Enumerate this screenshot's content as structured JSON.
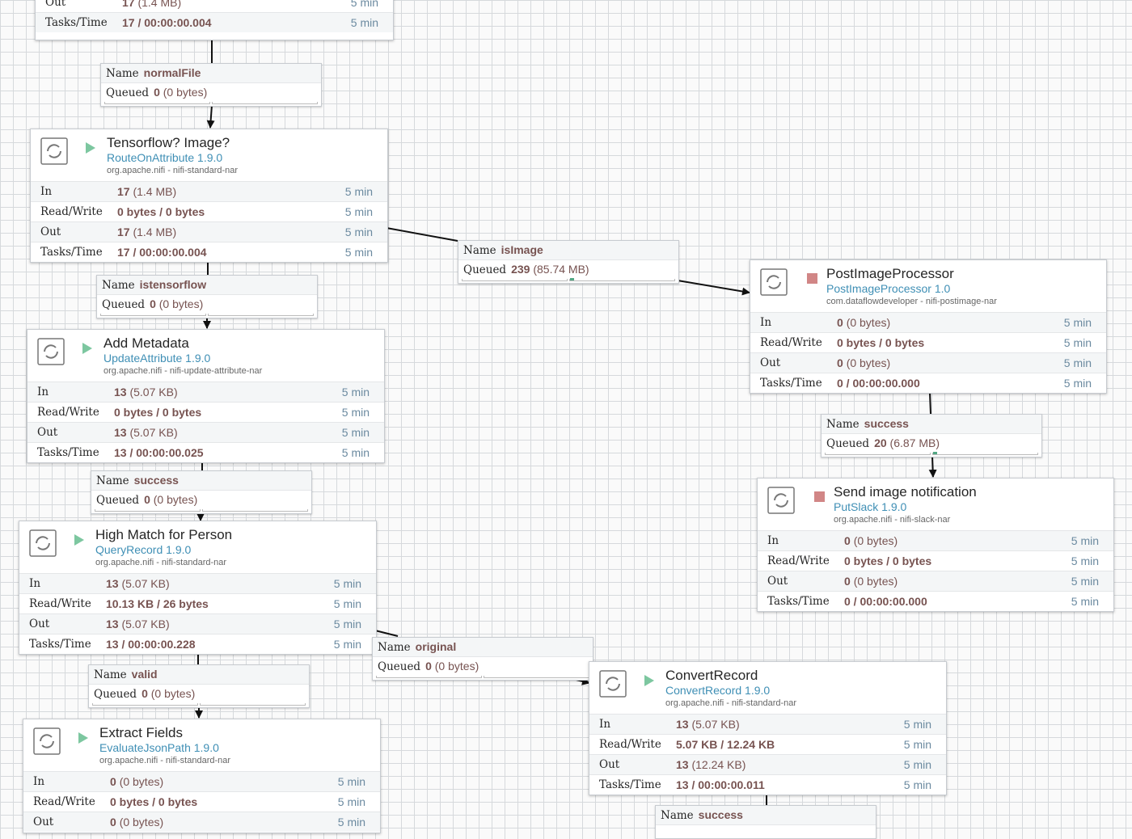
{
  "labels": {
    "in": "In",
    "readwrite": "Read/Write",
    "out": "Out",
    "tasks": "Tasks/Time",
    "name": "Name",
    "queued": "Queued",
    "five_min": "5 min"
  },
  "top_partial": {
    "out_count": "17",
    "out_size": "(1.4 MB)",
    "tasks": "17 / 00:00:00.004"
  },
  "processors": {
    "tensorflow": {
      "name": "Tensorflow? Image?",
      "type": "RouteOnAttribute 1.9.0",
      "bundle": "org.apache.nifi - nifi-standard-nar",
      "state": "running",
      "in_count": "17",
      "in_size": "(1.4 MB)",
      "rw": "0 bytes / 0 bytes",
      "out_count": "17",
      "out_size": "(1.4 MB)",
      "tasks": "17 / 00:00:00.004"
    },
    "add_metadata": {
      "name": "Add Metadata",
      "type": "UpdateAttribute 1.9.0",
      "bundle": "org.apache.nifi - nifi-update-attribute-nar",
      "state": "running",
      "in_count": "13",
      "in_size": "(5.07 KB)",
      "rw": "0 bytes / 0 bytes",
      "out_count": "13",
      "out_size": "(5.07 KB)",
      "tasks": "13 / 00:00:00.025"
    },
    "high_match": {
      "name": "High Match for Person",
      "type": "QueryRecord 1.9.0",
      "bundle": "org.apache.nifi - nifi-standard-nar",
      "state": "running",
      "in_count": "13",
      "in_size": "(5.07 KB)",
      "rw": "10.13 KB / 26 bytes",
      "out_count": "13",
      "out_size": "(5.07 KB)",
      "tasks": "13 / 00:00:00.228"
    },
    "extract_fields": {
      "name": "Extract Fields",
      "type": "EvaluateJsonPath 1.9.0",
      "bundle": "org.apache.nifi - nifi-standard-nar",
      "state": "running",
      "in_count": "0",
      "in_size": "(0 bytes)",
      "rw": "0 bytes / 0 bytes",
      "out_count": "0",
      "out_size": "(0 bytes)"
    },
    "post_image": {
      "name": "PostImageProcessor",
      "type": "PostImageProcessor 1.0",
      "bundle": "com.dataflowdeveloper - nifi-postimage-nar",
      "state": "stopped",
      "in_count": "0",
      "in_size": "(0 bytes)",
      "rw": "0 bytes / 0 bytes",
      "out_count": "0",
      "out_size": "(0 bytes)",
      "tasks": "0 / 00:00:00.000"
    },
    "send_image": {
      "name": "Send image notification",
      "type": "PutSlack 1.9.0",
      "bundle": "org.apache.nifi - nifi-slack-nar",
      "state": "stopped",
      "in_count": "0",
      "in_size": "(0 bytes)",
      "rw": "0 bytes / 0 bytes",
      "out_count": "0",
      "out_size": "(0 bytes)",
      "tasks": "0 / 00:00:00.000"
    },
    "convert_record": {
      "name": "ConvertRecord",
      "type": "ConvertRecord 1.9.0",
      "bundle": "org.apache.nifi - nifi-standard-nar",
      "state": "running",
      "in_count": "13",
      "in_size": "(5.07 KB)",
      "rw": "5.07 KB / 12.24 KB",
      "out_count": "13",
      "out_size": "(12.24 KB)",
      "tasks": "13 / 00:00:00.011"
    }
  },
  "connections": {
    "normal_file": {
      "name": "normalFile",
      "count": "0",
      "size": "(0 bytes)",
      "fill": 0
    },
    "istensorflow": {
      "name": "istensorflow",
      "count": "0",
      "size": "(0 bytes)",
      "fill": 0
    },
    "isimage": {
      "name": "isImage",
      "count": "239",
      "size": "(85.74 MB)",
      "fill": 0.04
    },
    "success_meta": {
      "name": "success",
      "count": "0",
      "size": "(0 bytes)",
      "fill": 0
    },
    "success_post": {
      "name": "success",
      "count": "20",
      "size": "(6.87 MB)",
      "fill": 0.005
    },
    "valid": {
      "name": "valid",
      "count": "0",
      "size": "(0 bytes)",
      "fill": 0
    },
    "original": {
      "name": "original",
      "count": "0",
      "size": "(0 bytes)",
      "fill": 0
    },
    "success_convert": {
      "name": "success"
    }
  },
  "colors": {
    "running": "#7dc7a0",
    "stopped": "#d18686",
    "value": "#775351",
    "type_link": "#3f8fb5",
    "time": "#6b8aa0",
    "queue_fill": "#52a884"
  }
}
